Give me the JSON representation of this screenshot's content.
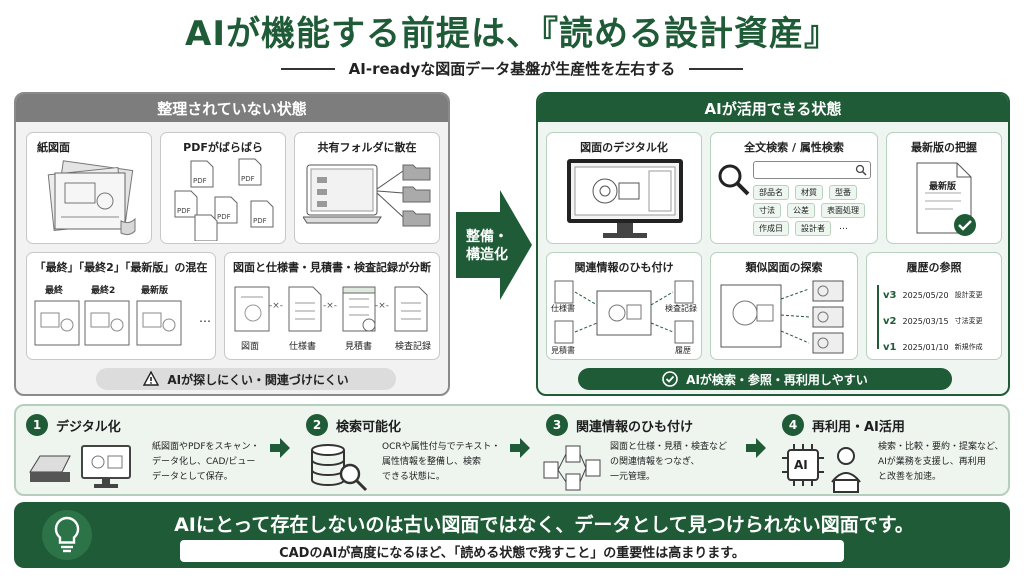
{
  "header": {
    "title": "AIが機能する前提は、『読める設計資産』",
    "subtitle": "AI-readyな図面データ基盤が生産性を左右する"
  },
  "left_panel": {
    "heading": "整理されていない状態",
    "cards": {
      "paper": "紙図面",
      "pdf": "PDFがばらばら",
      "pdf_icon_label": "PDF",
      "shared": "共有フォルダに散在",
      "versions": "「最終」「最終2」「最新版」の混在",
      "version_labels": [
        "最終",
        "最終2",
        "最新版"
      ],
      "ellipsis": "…",
      "separated": "図面と仕様書・見積書・検査記録が分断",
      "doc_labels": [
        "図面",
        "仕様書",
        "見積書",
        "検査記録"
      ],
      "sep_mark": "-×-"
    },
    "footer": "AIが探しにくい・関連づけにくい"
  },
  "arrow": {
    "line1": "整備・",
    "line2": "構造化"
  },
  "right_panel": {
    "heading": "AIが活用できる状態",
    "cards": {
      "digital": "図面のデジタル化",
      "search": "全文検索 / 属性検索",
      "search_tags": [
        "部品名",
        "材質",
        "型番",
        "寸法",
        "公差",
        "表面処理",
        "作成日",
        "設計者",
        "…"
      ],
      "latest": "最新版の把握",
      "latest_label": "最新版",
      "linking": "関連情報のひも付け",
      "link_labels": [
        "仕様書",
        "見積書",
        "検査記録",
        "履歴"
      ],
      "similar": "類似図面の探索",
      "history": "履歴の参照",
      "history_rows": [
        {
          "ver": "v3",
          "date": "2025/05/20",
          "note": "設計変更"
        },
        {
          "ver": "v2",
          "date": "2025/03/15",
          "note": "寸法変更"
        },
        {
          "ver": "v1",
          "date": "2025/01/10",
          "note": "新規作成"
        }
      ]
    },
    "footer": "AIが検索・参照・再利用しやすい"
  },
  "steps": [
    {
      "num": "1",
      "title": "デジタル化",
      "desc": [
        "紙図面やPDFをスキャン・",
        "データ化し、CAD/ビュー",
        "データとして保存。"
      ]
    },
    {
      "num": "2",
      "title": "検索可能化",
      "desc": [
        "OCRや属性付与でテキスト・",
        "属性情報を整備し、検索",
        "できる状態に。"
      ]
    },
    {
      "num": "3",
      "title": "関連情報のひも付け",
      "desc": [
        "図面と仕様・見積・検査など",
        "の関連情報をつなぎ、",
        "一元管理。"
      ]
    },
    {
      "num": "4",
      "title": "再利用・AI活用",
      "desc": [
        "検索・比較・要約・提案など、",
        "AIが業務を支援し、再利用",
        "と改善を加速。"
      ]
    }
  ],
  "ai_chip_label": "AI",
  "banner": {
    "main": "AIにとって存在しないのは古い図面ではなく、データとして見つけられない図面です。",
    "sub": "CADのAIが高度になるほど、「読める状態で残すこと」の重要性は高まります。"
  },
  "colors": {
    "brand_green": "#1e5b36",
    "light_green": "#eef5ef",
    "gray": "#7d7d7d"
  }
}
